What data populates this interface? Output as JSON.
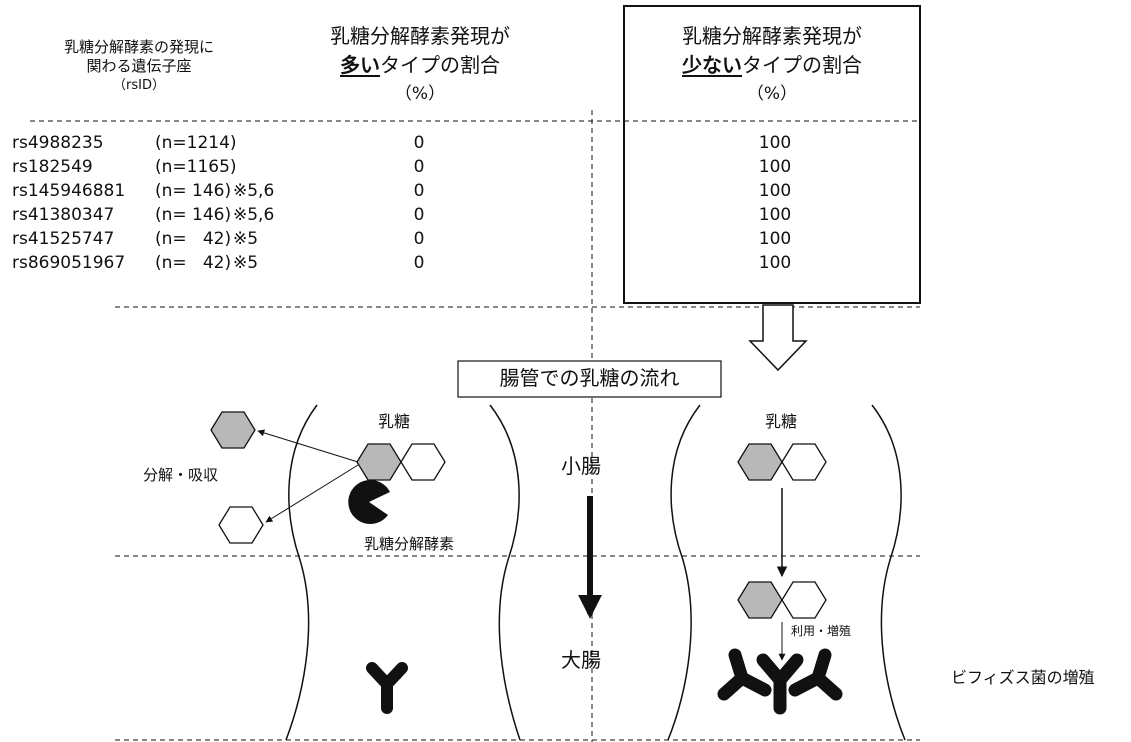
{
  "header": {
    "locus_line1": "乳糖分解酵素の発現に",
    "locus_line2": "関わる遺伝子座",
    "locus_line3": "（rsID）",
    "high_line1": "乳糖分解酵素発現が",
    "high_emph": "多い",
    "high_rest": "タイプの割合",
    "high_unit": "（%）",
    "low_line1": "乳糖分解酵素発現が",
    "low_emph": "少ない",
    "low_rest": "タイプの割合",
    "low_unit": "（%）"
  },
  "rows": [
    {
      "rsid": "rs4988235",
      "n": "(n=1214)",
      "note": "",
      "high": "0",
      "low": "100"
    },
    {
      "rsid": "rs182549",
      "n": "(n=1165)",
      "note": "",
      "high": "0",
      "low": "100"
    },
    {
      "rsid": "rs145946881",
      "n": "(n= 146)",
      "note": "※5,6",
      "high": "0",
      "low": "100"
    },
    {
      "rsid": "rs41380347",
      "n": "(n= 146)",
      "note": "※5,6",
      "high": "0",
      "low": "100"
    },
    {
      "rsid": "rs41525747",
      "n": "(n=   42)",
      "note": "※5",
      "high": "0",
      "low": "100"
    },
    {
      "rsid": "rs869051967",
      "n": "(n=   42)",
      "note": "※5",
      "high": "0",
      "low": "100"
    }
  ],
  "diagram": {
    "flow_title": "腸管での乳糖の流れ",
    "lactose_left": "乳糖",
    "lactose_right": "乳糖",
    "digest_absorb": "分解・吸収",
    "enzyme": "乳糖分解酵素",
    "small_intestine": "小腸",
    "large_intestine": "大腸",
    "use_grow": "利用・増殖",
    "bifido": "ビフィズス菌の増殖"
  },
  "colors": {
    "glucose_fill": "#b8b8b8",
    "line": "#111111"
  }
}
